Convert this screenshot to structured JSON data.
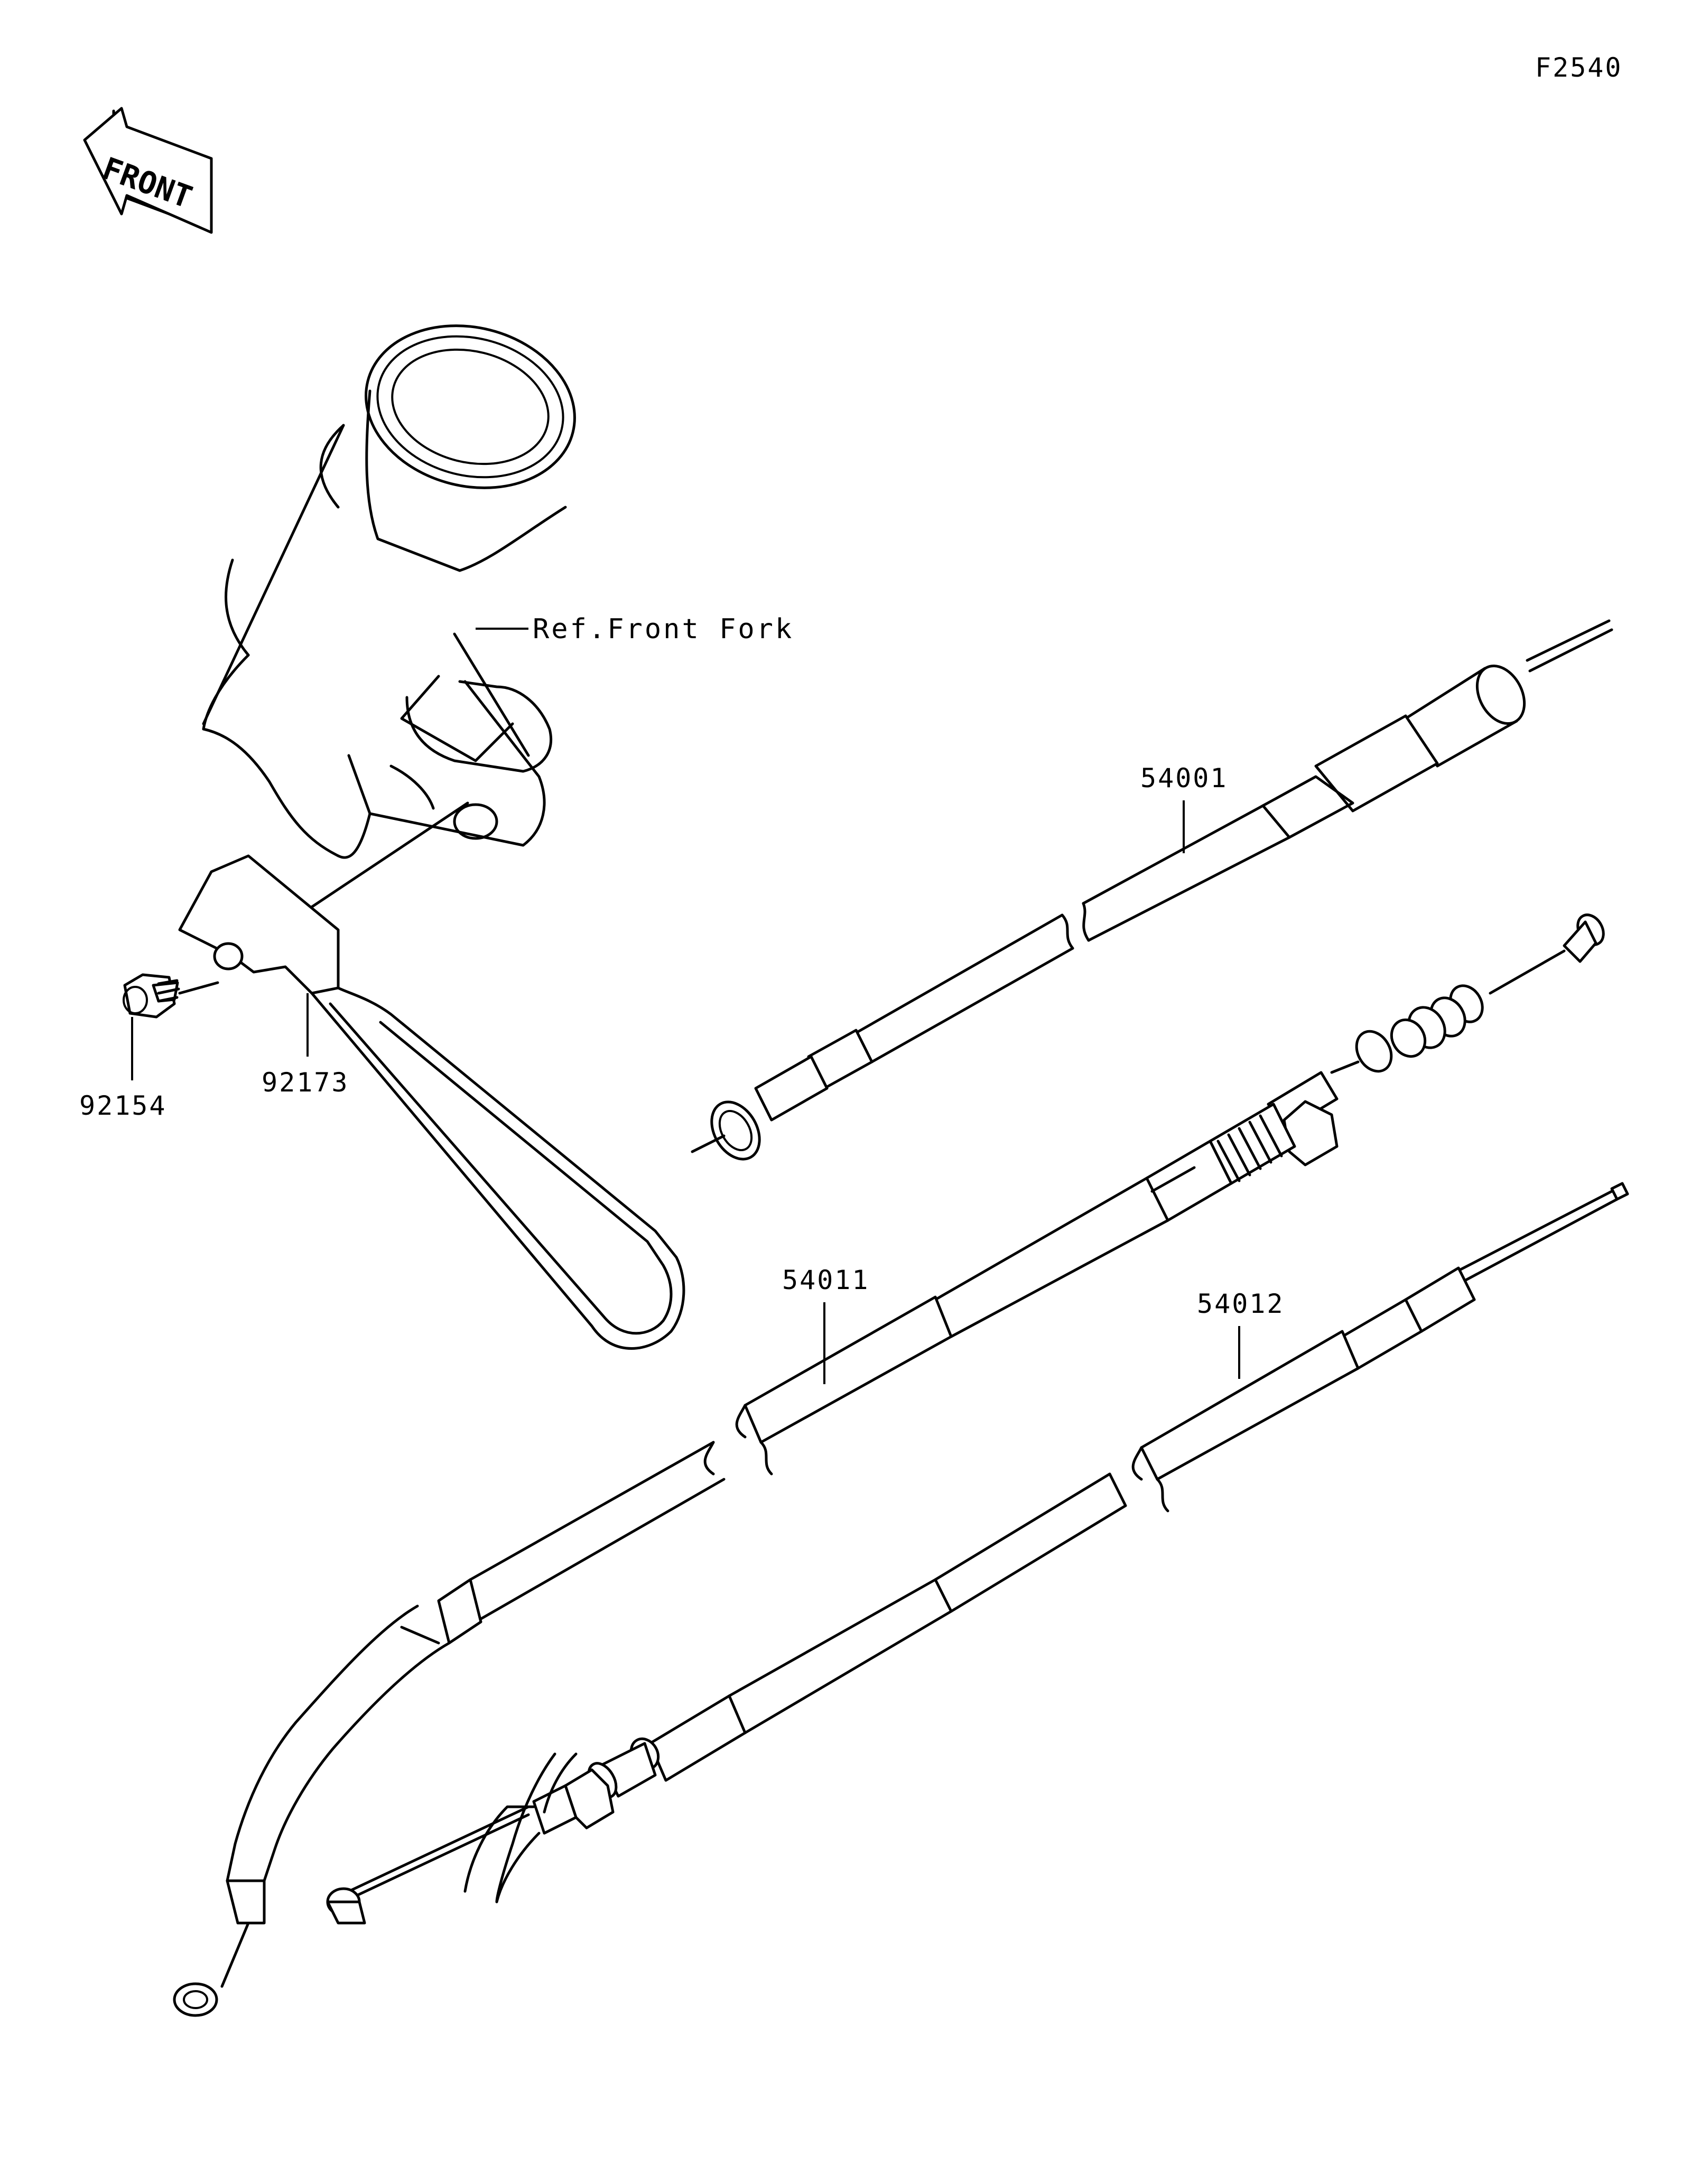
{
  "diagram_code": "F2540",
  "front_arrow_label": "FRONT",
  "reference_label": "Ref.Front Fork",
  "parts": [
    {
      "number": "54001"
    },
    {
      "number": "54011"
    },
    {
      "number": "54012"
    },
    {
      "number": "92154"
    },
    {
      "number": "92173"
    }
  ]
}
